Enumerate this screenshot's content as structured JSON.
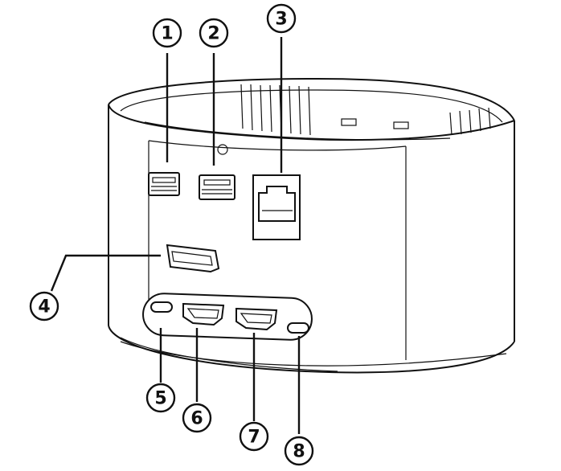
{
  "callouts": [
    {
      "id": "usb-a-port-1",
      "number": "1"
    },
    {
      "id": "usb-a-port-2",
      "number": "2"
    },
    {
      "id": "ethernet-port",
      "number": "3"
    },
    {
      "id": "displayport",
      "number": "4"
    },
    {
      "id": "usb-c-port-left",
      "number": "5"
    },
    {
      "id": "hdmi-port-1",
      "number": "6"
    },
    {
      "id": "hdmi-port-2",
      "number": "7"
    },
    {
      "id": "usb-c-port-right",
      "number": "8"
    }
  ],
  "colors": {
    "line": "#111111",
    "background": "#ffffff"
  }
}
